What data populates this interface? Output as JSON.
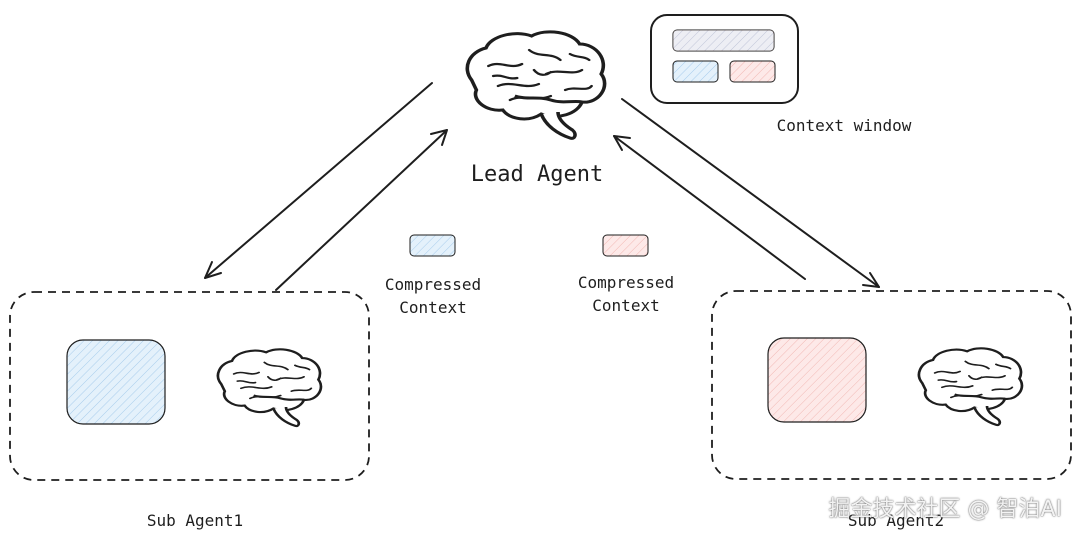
{
  "nodes": {
    "lead": {
      "label": "Lead Agent"
    },
    "sub1": {
      "label": "Sub Agent1"
    },
    "sub2": {
      "label": "Sub Agent2"
    }
  },
  "legend": {
    "context_window_label": "Context window"
  },
  "flows": {
    "left": {
      "label_line1": "Compressed",
      "label_line2": "Context"
    },
    "right": {
      "label_line1": "Compressed",
      "label_line2": "Context"
    }
  },
  "colors": {
    "stroke": "#1e1e1e",
    "blue_fill": "#d6e9f8",
    "pink_fill": "#fbe0df"
  },
  "watermark": "掘金技术社区 @ 智泊AI"
}
